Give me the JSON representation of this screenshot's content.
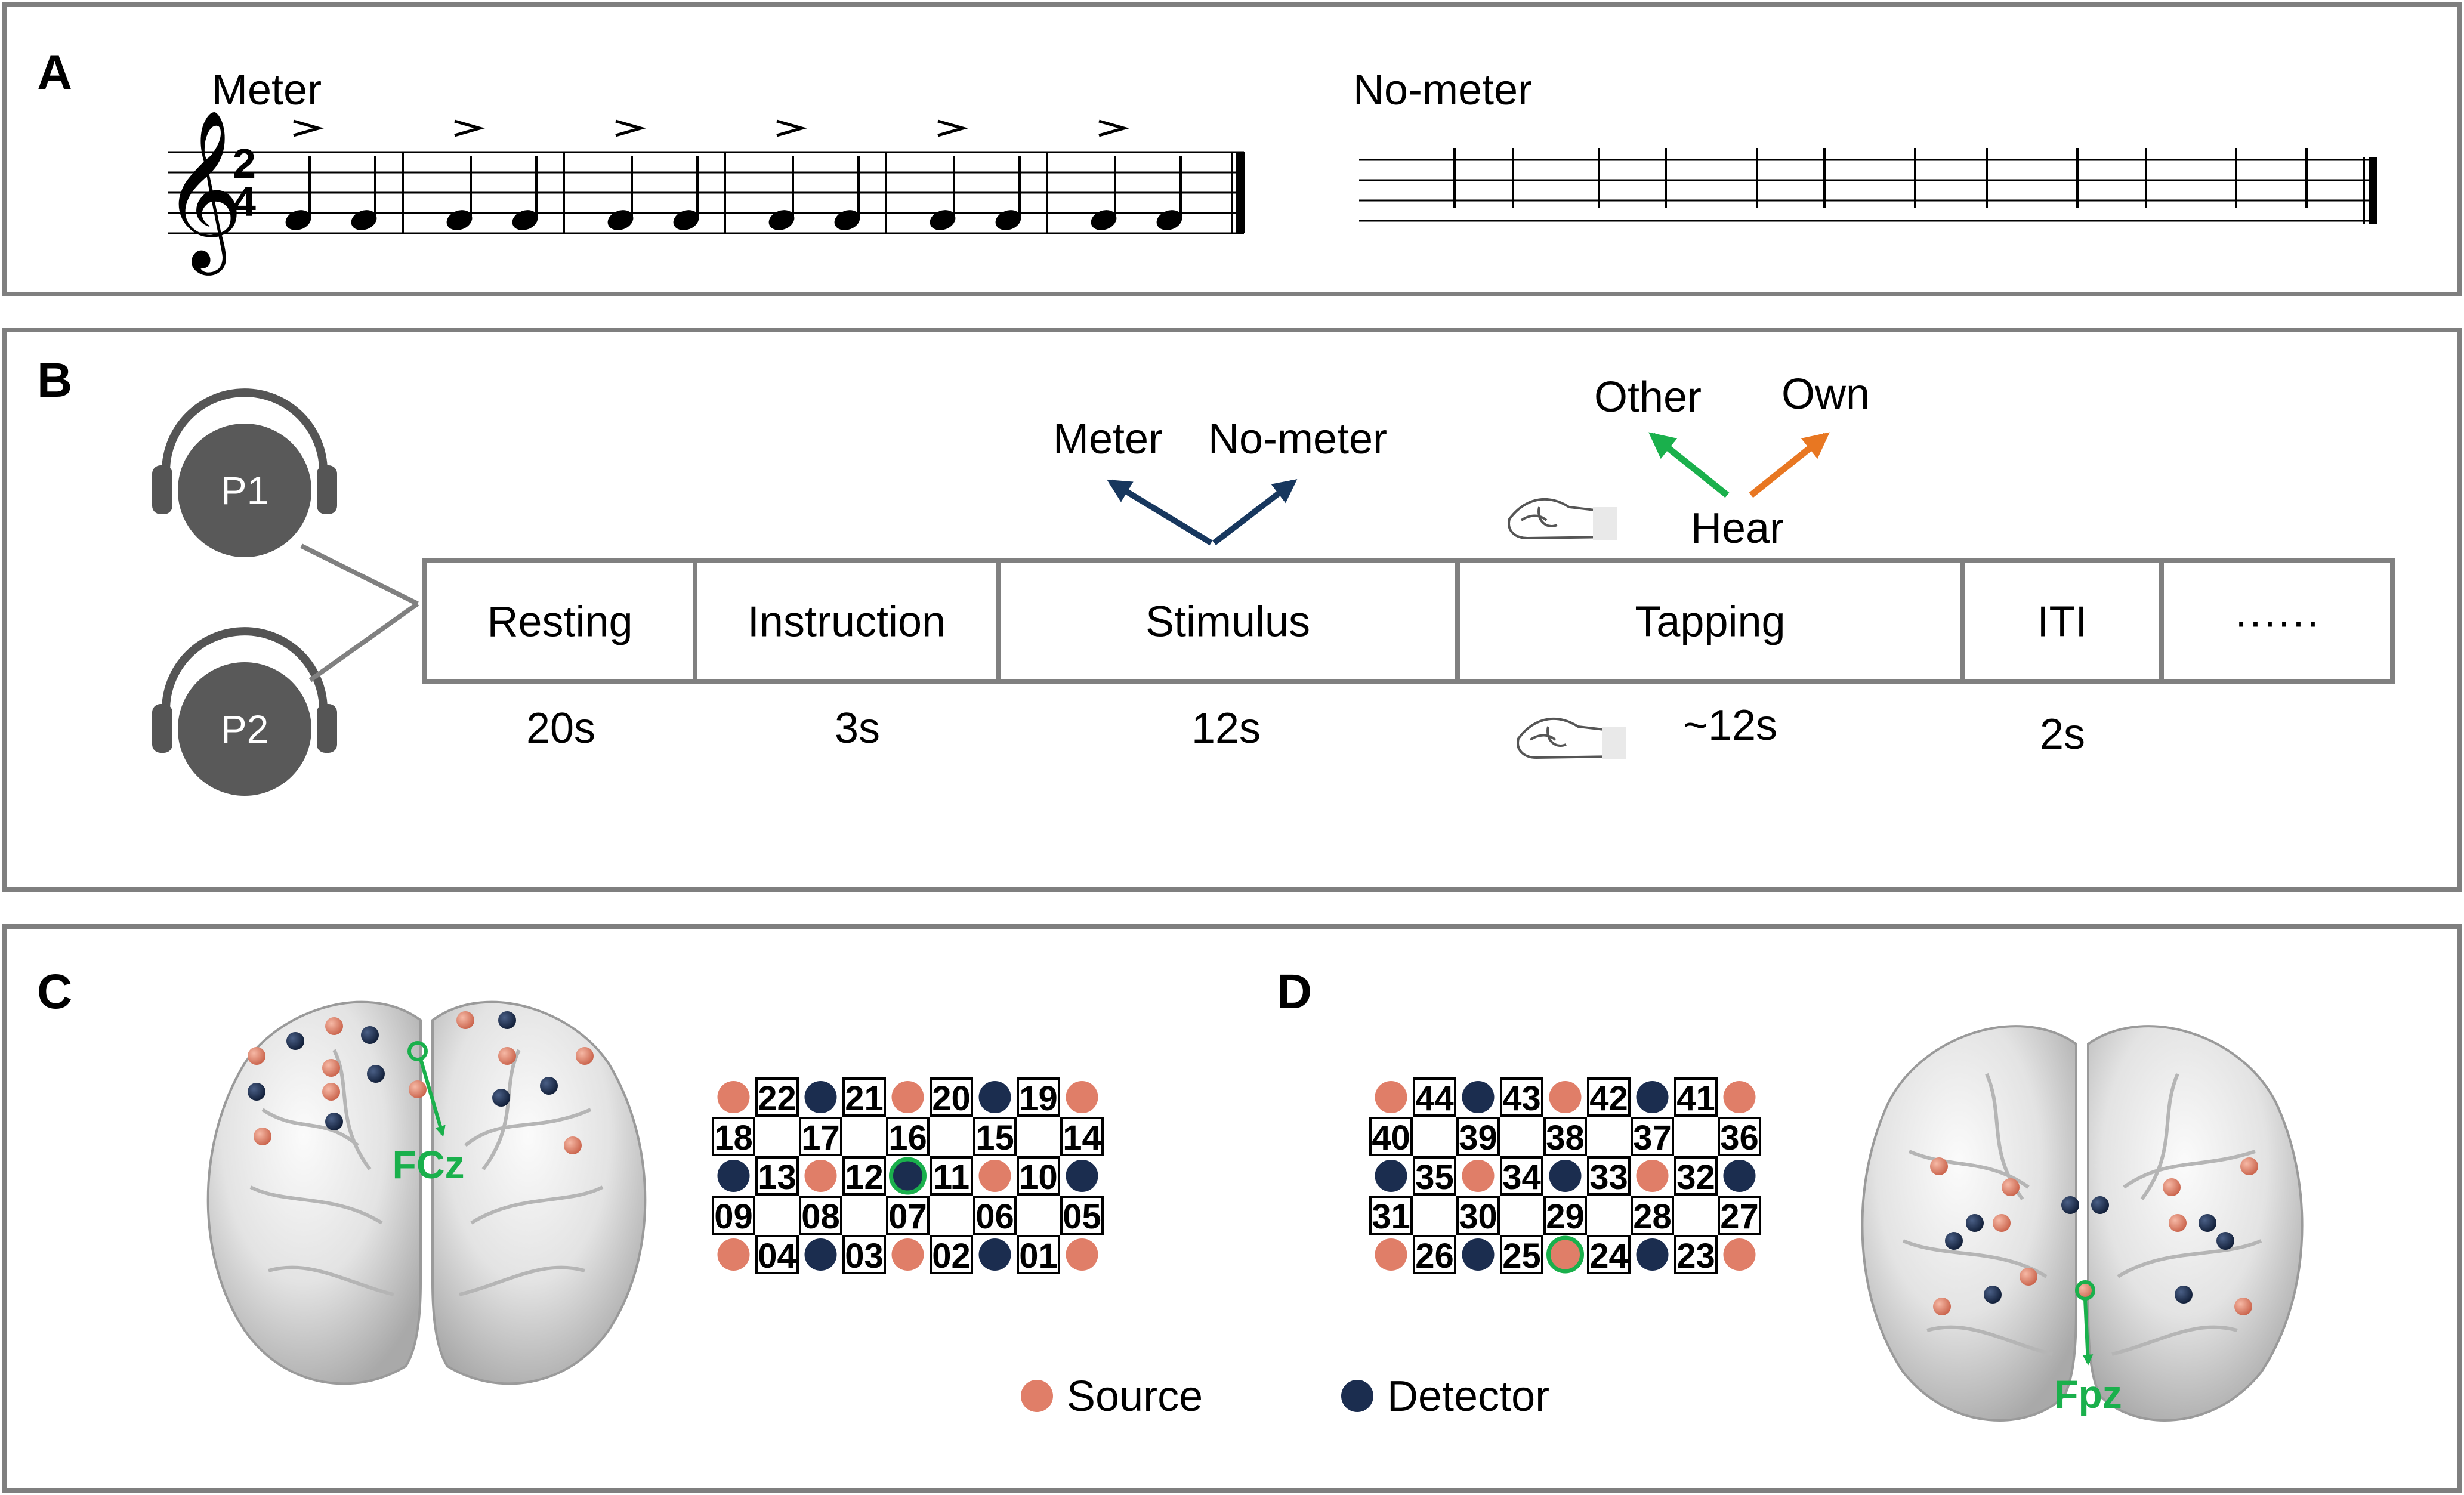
{
  "panel_a": {
    "letter": "A",
    "meter_label": "Meter",
    "no_meter_label": "No-meter",
    "time_signature": [
      "2",
      "4"
    ],
    "meter_measures": 6,
    "notes_per_measure": 2,
    "accented_note_in_measure": 1,
    "no_meter_notes": 12
  },
  "panel_b": {
    "letter": "B",
    "participants": [
      "P1",
      "P2"
    ],
    "phases": [
      {
        "label": "Resting",
        "duration": "20s"
      },
      {
        "label": "Instruction",
        "duration": "3s"
      },
      {
        "label": "Stimulus",
        "duration": "12s"
      },
      {
        "label": "Tapping",
        "duration": "~12s"
      },
      {
        "label": "ITI",
        "duration": "2s"
      },
      {
        "label": "······",
        "duration": ""
      }
    ],
    "stimulus_options": [
      "Meter",
      "No-meter"
    ],
    "hear_label": "Hear",
    "hear_options": [
      "Other",
      "Own"
    ],
    "colors": {
      "stimulus_arrow": "#17375e",
      "other_arrow": "#1ab04c",
      "own_arrow": "#e87722",
      "box_border": "#808080"
    }
  },
  "panel_c": {
    "letter": "C",
    "reference_label": "FCz",
    "grid_rows": [
      [
        "S",
        "22",
        "D",
        "21",
        "S",
        "20",
        "D",
        "19",
        "S"
      ],
      [
        "18",
        "",
        "17",
        "",
        "16",
        "",
        "15",
        "",
        "14"
      ],
      [
        "D",
        "13",
        "S",
        "12",
        "D*",
        "11",
        "S",
        "10",
        "D"
      ],
      [
        "09",
        "",
        "08",
        "",
        "07",
        "",
        "06",
        "",
        "05"
      ],
      [
        "S",
        "04",
        "D",
        "03",
        "S",
        "02",
        "D",
        "01",
        "S"
      ]
    ]
  },
  "panel_d": {
    "letter": "D",
    "reference_label": "Fpz",
    "grid_rows": [
      [
        "S",
        "44",
        "D",
        "43",
        "S",
        "42",
        "D",
        "41",
        "S"
      ],
      [
        "40",
        "",
        "39",
        "",
        "38",
        "",
        "37",
        "",
        "36"
      ],
      [
        "D",
        "35",
        "S",
        "34",
        "D",
        "33",
        "S",
        "32",
        "D"
      ],
      [
        "31",
        "",
        "30",
        "",
        "29",
        "",
        "28",
        "",
        "27"
      ],
      [
        "S",
        "26",
        "D",
        "25",
        "S*",
        "24",
        "D",
        "23",
        "S"
      ]
    ]
  },
  "legend": {
    "source_label": "Source",
    "detector_label": "Detector",
    "source_color": "#e07e68",
    "detector_color": "#1b2d4f",
    "highlight_color": "#1ab04c"
  }
}
